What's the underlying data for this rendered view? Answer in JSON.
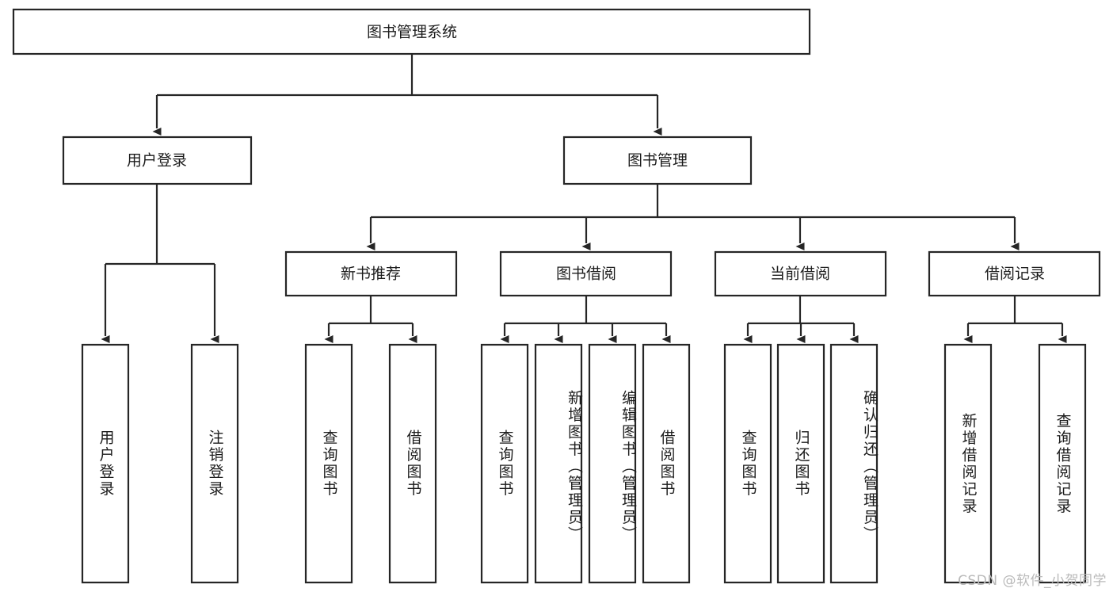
{
  "diagram": {
    "title": "图书管理系统",
    "type": "tree-hierarchy",
    "orientation": "top-down",
    "root": {
      "label": "图书管理系统",
      "text_direction": "horizontal"
    },
    "level1": [
      {
        "label": "用户登录",
        "text_direction": "horizontal"
      },
      {
        "label": "图书管理",
        "text_direction": "horizontal"
      }
    ],
    "level2": [
      {
        "label": "新书推荐",
        "text_direction": "horizontal"
      },
      {
        "label": "图书借阅",
        "text_direction": "horizontal"
      },
      {
        "label": "当前借阅",
        "text_direction": "horizontal"
      },
      {
        "label": "借阅记录",
        "text_direction": "horizontal"
      }
    ],
    "leaves": {
      "user_login": [
        {
          "label": "用户登录",
          "text_direction": "vertical"
        },
        {
          "label": "注销登录",
          "text_direction": "vertical"
        }
      ],
      "new_book_recommend": [
        {
          "label": "查询图书",
          "text_direction": "vertical"
        },
        {
          "label": "借阅图书",
          "text_direction": "vertical"
        }
      ],
      "book_borrow": [
        {
          "label": "查询图书",
          "text_direction": "vertical"
        },
        {
          "label": "新增图书（管理员）",
          "text_direction": "vertical"
        },
        {
          "label": "编辑图书（管理员）",
          "text_direction": "vertical"
        },
        {
          "label": "借阅图书",
          "text_direction": "vertical"
        }
      ],
      "current_borrow": [
        {
          "label": "查询图书",
          "text_direction": "vertical"
        },
        {
          "label": "归还图书",
          "text_direction": "vertical"
        },
        {
          "label": "确认归还（管理员）",
          "text_direction": "vertical"
        }
      ],
      "borrow_record": [
        {
          "label": "新增借阅记录",
          "text_direction": "vertical"
        },
        {
          "label": "查询借阅记录",
          "text_direction": "vertical"
        }
      ]
    },
    "colors": {
      "box_stroke": "#262626",
      "box_fill": "#ffffff",
      "connector": "#262626",
      "text": "#1c1c1c",
      "background": "#ffffff",
      "watermark": "#b9b9b9"
    }
  },
  "watermark": {
    "text": "CSDN @软件_小贺同学"
  }
}
